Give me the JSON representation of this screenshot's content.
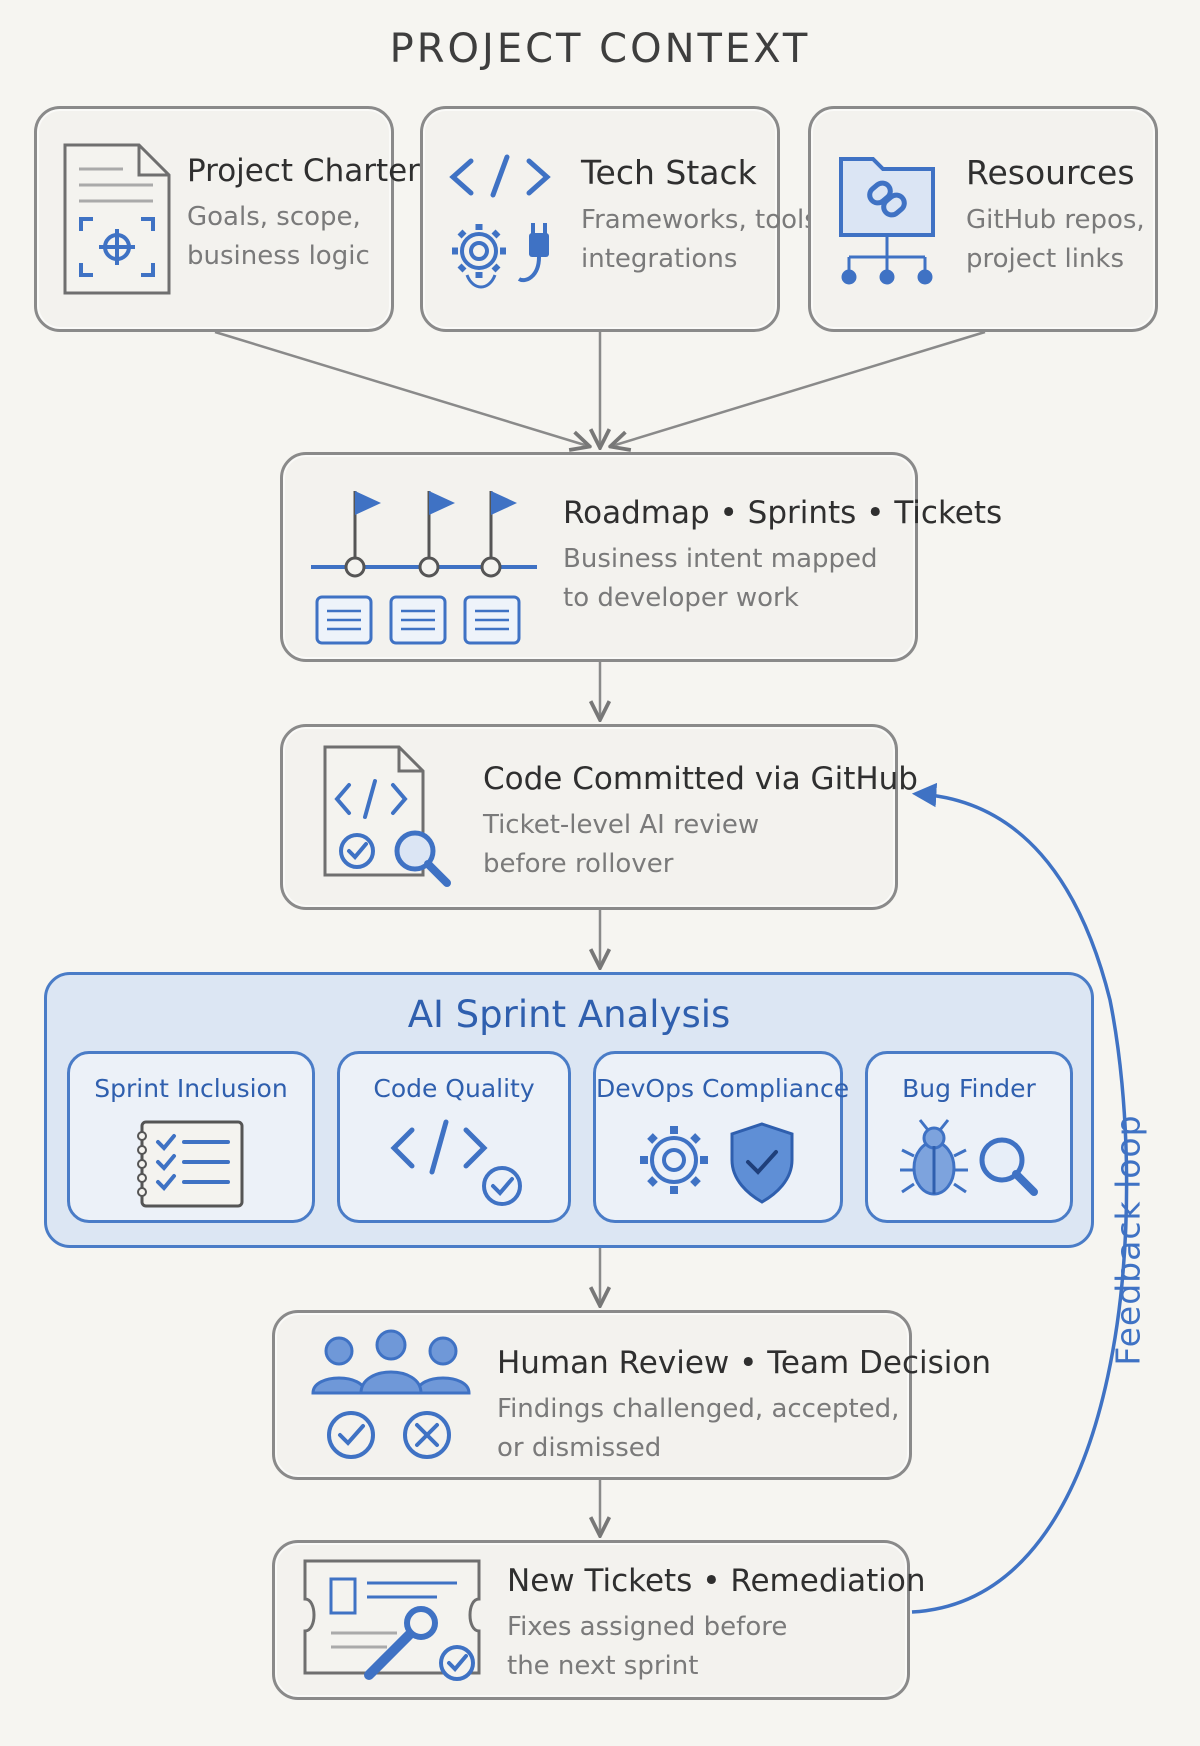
{
  "title": "PROJECT CONTEXT",
  "context": [
    {
      "heading": "Project Charter",
      "desc_line1": "Goals, scope,",
      "desc_line2": "business logic",
      "icon": "charter-document-icon"
    },
    {
      "heading": "Tech Stack",
      "desc_line1": "Frameworks, tools,",
      "desc_line2": "integrations",
      "icon": "code-gear-plug-icon"
    },
    {
      "heading": "Resources",
      "desc_line1": "GitHub repos,",
      "desc_line2": "project links",
      "icon": "folder-link-network-icon"
    }
  ],
  "roadmap": {
    "heading": "Roadmap • Sprints • Tickets",
    "desc_line1": "Business intent mapped",
    "desc_line2": "to developer work",
    "icon": "flag-timeline-tickets-icon"
  },
  "commit": {
    "heading": "Code Committed via GitHub",
    "desc_line1": "Ticket-level AI review",
    "desc_line2": "before rollover",
    "icon": "code-file-magnifier-icon"
  },
  "ai_analysis": {
    "title": "AI Sprint Analysis",
    "cards": [
      {
        "label": "Sprint Inclusion",
        "icon": "checklist-icon"
      },
      {
        "label": "Code Quality",
        "icon": "code-check-icon"
      },
      {
        "label": "DevOps Compliance",
        "icon": "gear-shield-icon"
      },
      {
        "label": "Bug Finder",
        "icon": "bug-magnifier-icon"
      }
    ]
  },
  "human": {
    "heading": "Human Review • Team Decision",
    "desc_line1": "Findings challenged, accepted,",
    "desc_line2": "or dismissed",
    "icon": "team-accept-reject-icon"
  },
  "new_tickets": {
    "heading": "New Tickets • Remediation",
    "desc_line1": "Fixes assigned before",
    "desc_line2": "the next sprint",
    "icon": "ticket-wrench-icon"
  },
  "feedback_label": "Feedback loop",
  "colors": {
    "accent_blue": "#3f72c4",
    "gray_line": "#8a8a8a",
    "panel_fill": "#dce6f3",
    "background": "#f6f5f1"
  }
}
